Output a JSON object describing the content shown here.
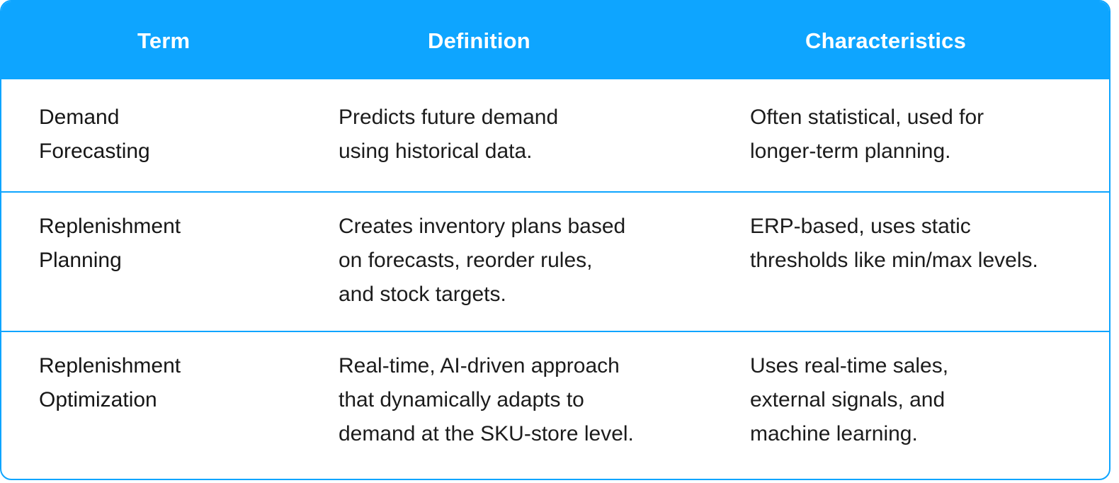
{
  "table": {
    "headers": {
      "term": "Term",
      "definition": "Definition",
      "characteristics": "Characteristics"
    },
    "rows": [
      {
        "term": "Demand\nForecasting",
        "definition": "Predicts future demand\nusing historical data.",
        "characteristics": "Often statistical, used for\nlonger-term planning."
      },
      {
        "term": "Replenishment\nPlanning",
        "definition": "Creates inventory plans based\non forecasts, reorder rules,\nand stock targets.",
        "characteristics": "ERP-based, uses static\nthresholds like min/max levels."
      },
      {
        "term": "Replenishment\nOptimization",
        "definition": "Real-time, AI-driven approach\nthat dynamically adapts to\ndemand at the SKU-store level.",
        "characteristics": "Uses real-time sales,\nexternal signals, and\nmachine learning."
      }
    ],
    "colors": {
      "header_bg": "#0ea5ff",
      "header_text": "#ffffff",
      "border": "#0ea5ff",
      "body_text": "#1c1c1c"
    }
  }
}
